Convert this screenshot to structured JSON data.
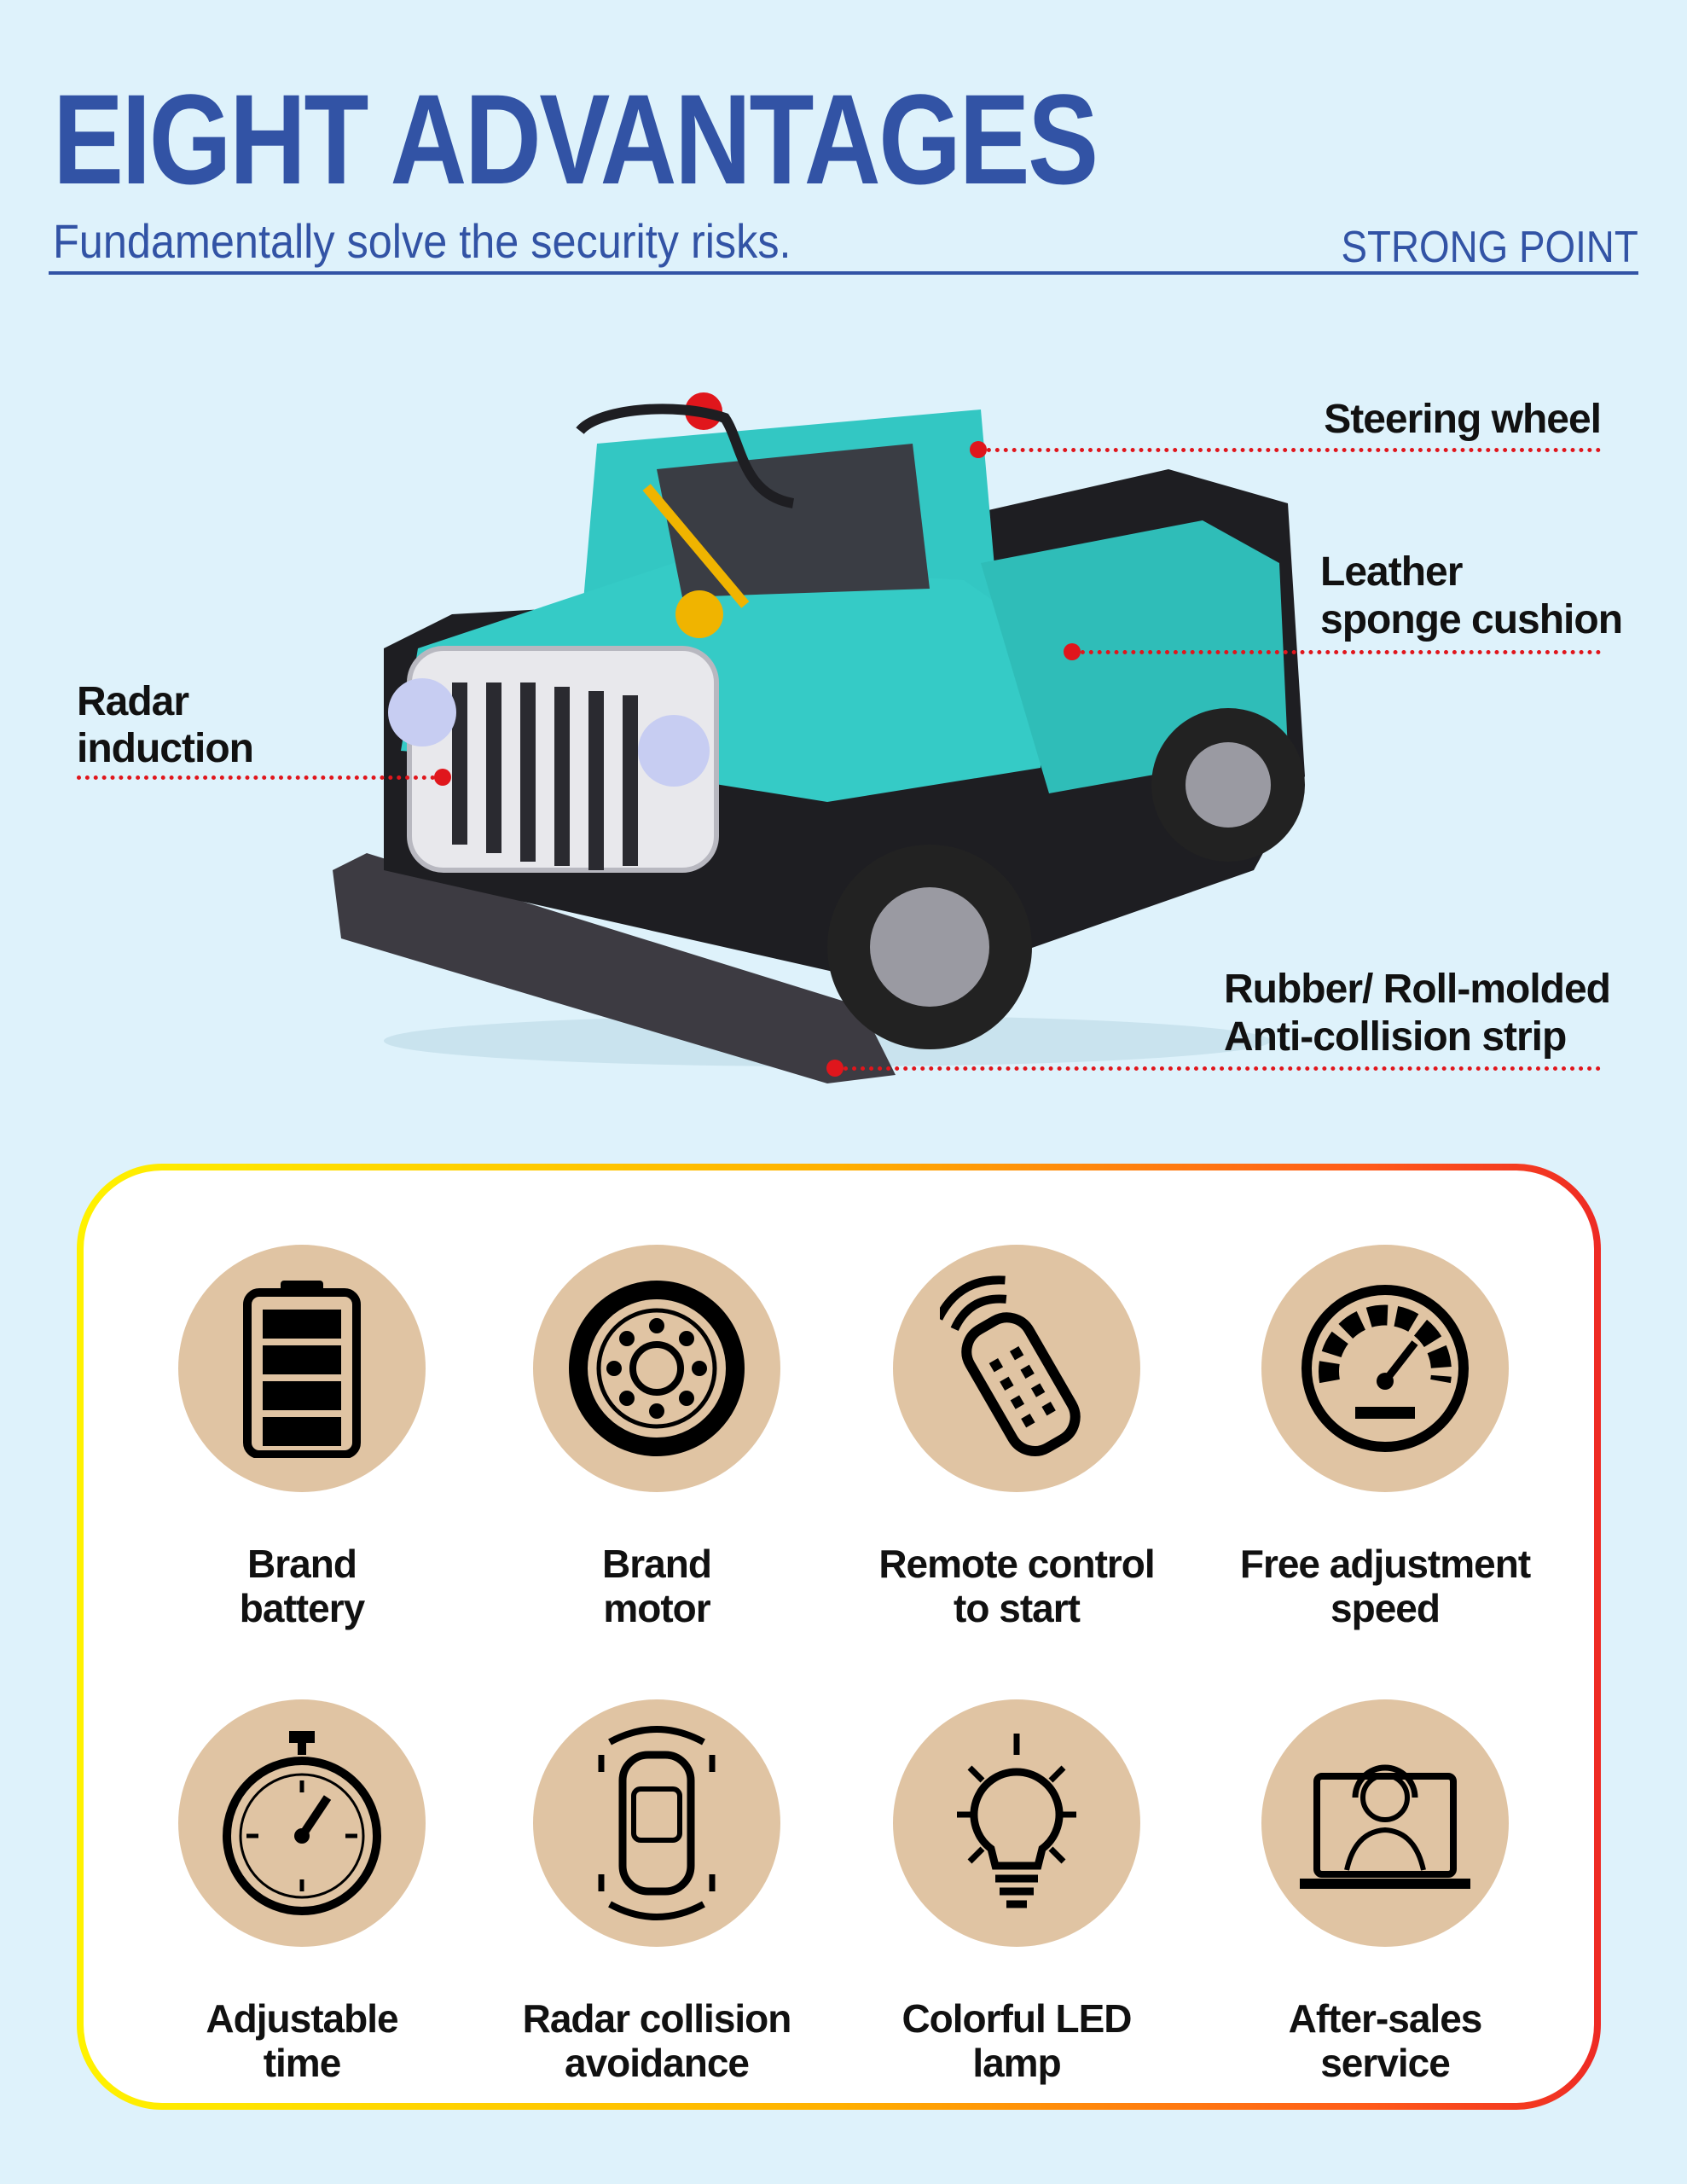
{
  "header": {
    "title": "EIGHT ADVANTAGES",
    "subtitle": "Fundamentally solve the security risks.",
    "tag": "STRONG POINT"
  },
  "callouts": {
    "steering": "Steering wheel",
    "cushion_1": "Leather",
    "cushion_2": "sponge cushion",
    "radar_1": "Radar",
    "radar_2": "induction",
    "strip_1": "Rubber/ Roll-molded",
    "strip_2": "Anti-collision strip"
  },
  "features": [
    {
      "line1": "Brand",
      "line2": "battery",
      "icon": "battery-icon"
    },
    {
      "line1": "Brand",
      "line2": "motor",
      "icon": "wheel-icon"
    },
    {
      "line1": "Remote control",
      "line2": "to start",
      "icon": "remote-icon"
    },
    {
      "line1": "Free adjustment",
      "line2": "speed",
      "icon": "speedometer-icon"
    },
    {
      "line1": "Adjustable",
      "line2": "time",
      "icon": "stopwatch-icon"
    },
    {
      "line1": "Radar collision",
      "line2": "avoidance",
      "icon": "car-radar-icon"
    },
    {
      "line1": "Colorful LED",
      "line2": "lamp",
      "icon": "bulb-icon"
    },
    {
      "line1": "After-sales",
      "line2": "service",
      "icon": "support-agent-icon"
    }
  ],
  "colors": {
    "brand": "#3253a5",
    "accent": "#e0161c",
    "car": "#2ec4c0",
    "iconBg": "#e0c4a3"
  }
}
